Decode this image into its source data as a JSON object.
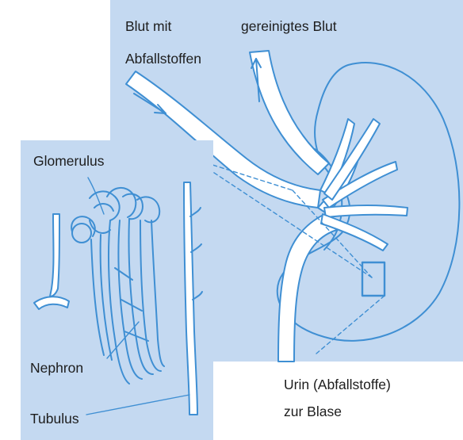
{
  "labels": {
    "blood_in_line1": "Blut mit",
    "blood_in_line2": "Abfallstoffen",
    "blood_out": "gereinigtes Blut",
    "glomerulus": "Glomerulus",
    "nephron": "Nephron",
    "tubulus": "Tubulus",
    "urine_line1": "Urin (Abfallstoffe)",
    "urine_line2": "zur Blase"
  },
  "colors": {
    "panel_fill": "#c4d9f1",
    "line": "#3f8fd3",
    "vessel_fill": "#ffffff",
    "text": "#1d1d1d"
  }
}
